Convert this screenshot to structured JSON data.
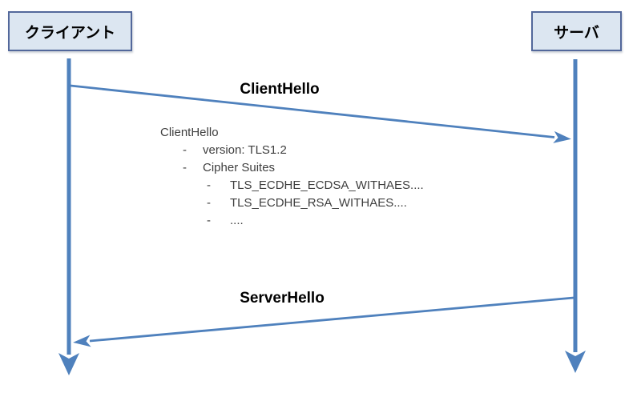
{
  "diagram": {
    "actors": [
      {
        "id": "client",
        "label": "クライアント"
      },
      {
        "id": "server",
        "label": "サーバ"
      }
    ],
    "messages": [
      {
        "label": "ClientHello",
        "from": "client",
        "to": "server"
      },
      {
        "label": "ServerHello",
        "from": "server",
        "to": "client"
      }
    ],
    "note": {
      "bullet": "-",
      "title": "ClientHello",
      "items": [
        {
          "level": 1,
          "text": "version: TLS1.2"
        },
        {
          "level": 1,
          "text": "Cipher Suites"
        },
        {
          "level": 2,
          "text": "TLS_ECDHE_ECDSA_WITHAES...."
        },
        {
          "level": 2,
          "text": "TLS_ECDHE_RSA_WITHAES...."
        },
        {
          "level": 2,
          "text": "...."
        }
      ]
    }
  },
  "colors": {
    "accent": "#4f81bd",
    "box-fill": "#dce6f1",
    "box-border": "#53689b",
    "text": "#000000",
    "note-text": "#3f3f3f"
  }
}
